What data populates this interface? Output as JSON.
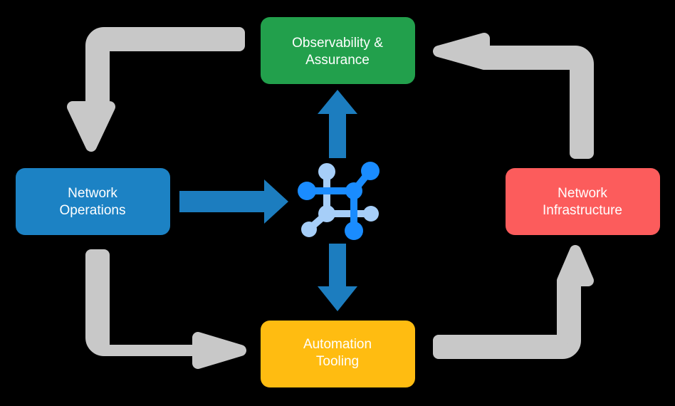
{
  "diagram": {
    "type": "cycle-diagram",
    "background_color": "#000000",
    "center": {
      "icon_name": "network-topology-icon",
      "icon_colors": {
        "dark_blue": "#1A8CFF",
        "light_blue": "#A6CEF8"
      }
    },
    "nodes": [
      {
        "id": "observability-assurance",
        "line1": "Observability &",
        "line2": "Assurance",
        "color": "#22A04C",
        "position": "top"
      },
      {
        "id": "network-operations",
        "line1": "Network",
        "line2": "Operations",
        "color": "#1C82C4",
        "position": "left"
      },
      {
        "id": "network-infrastructure",
        "line1": "Network",
        "line2": "Infrastructure",
        "color": "#FC5C5C",
        "position": "right"
      },
      {
        "id": "automation-tooling",
        "line1": "Automation",
        "line2": "Tooling",
        "color": "#FFBC11",
        "position": "bottom"
      }
    ],
    "connectors": {
      "blue_color": "#1C7DBF",
      "gray_color": "#C8C8C8",
      "flows": [
        {
          "id": "ops-to-center",
          "from": "network-operations",
          "to": "center",
          "style": "straight-blue",
          "direction": "right"
        },
        {
          "id": "center-to-observability",
          "from": "center",
          "to": "observability-assurance",
          "style": "straight-blue",
          "direction": "up"
        },
        {
          "id": "center-to-automation",
          "from": "center",
          "to": "automation-tooling",
          "style": "straight-blue",
          "direction": "down"
        },
        {
          "id": "observability-to-ops",
          "from": "observability-assurance",
          "to": "network-operations",
          "style": "elbow-gray",
          "direction": "down"
        },
        {
          "id": "infrastructure-to-observability",
          "from": "network-infrastructure",
          "to": "observability-assurance",
          "style": "elbow-gray",
          "direction": "left"
        },
        {
          "id": "ops-to-automation",
          "from": "network-operations",
          "to": "automation-tooling",
          "style": "elbow-gray",
          "direction": "right"
        },
        {
          "id": "automation-to-infrastructure",
          "from": "automation-tooling",
          "to": "network-infrastructure",
          "style": "elbow-gray",
          "direction": "up"
        }
      ]
    }
  }
}
